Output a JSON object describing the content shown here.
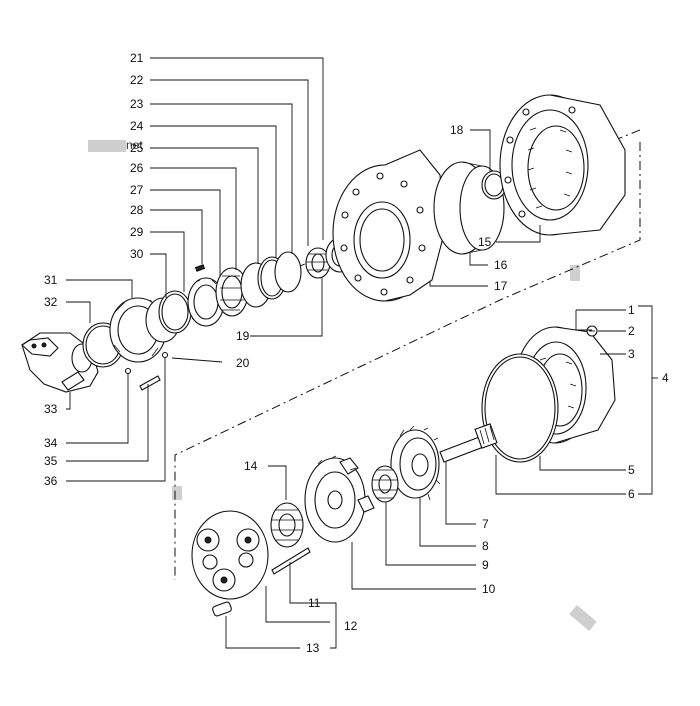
{
  "diagram": {
    "watermark_text": "net",
    "labels": {
      "n1": "1",
      "n2": "2",
      "n3": "3",
      "n4": "4",
      "n5": "5",
      "n6": "6",
      "n7": "7",
      "n8": "8",
      "n9": "9",
      "n10": "10",
      "n11": "11",
      "n12": "12",
      "n13": "13",
      "n14": "14",
      "n15": "15",
      "n16": "16",
      "n17": "17",
      "n18": "18",
      "n19": "19",
      "n20": "20",
      "n21": "21",
      "n22": "22",
      "n23": "23",
      "n24": "24",
      "n25": "25",
      "n26": "26",
      "n27": "27",
      "n28": "28",
      "n29": "29",
      "n30": "30",
      "n31": "31",
      "n32": "32",
      "n33": "33",
      "n34": "34",
      "n35": "35",
      "n36": "36"
    }
  }
}
